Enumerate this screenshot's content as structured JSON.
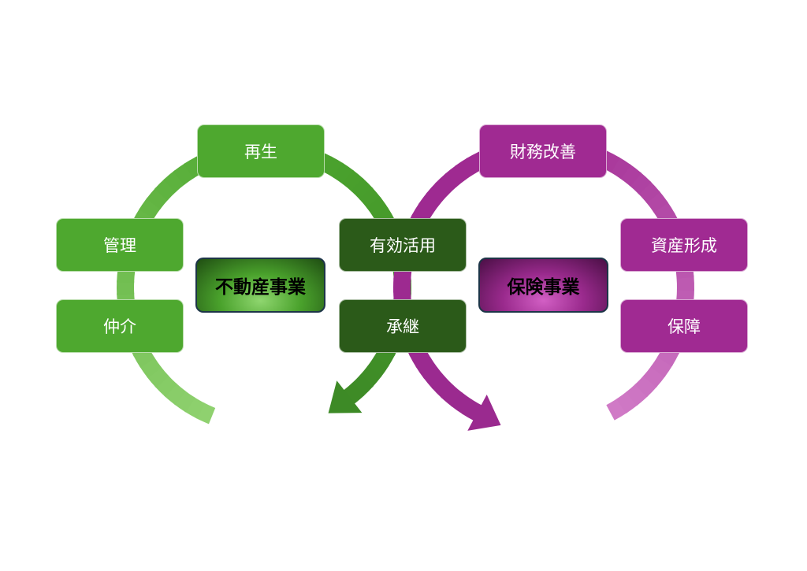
{
  "real_estate": {
    "title": "不動産事業",
    "items": [
      "再生",
      "管理",
      "仲介",
      "有効活用",
      "承継"
    ]
  },
  "insurance": {
    "title": "保険事業",
    "items": [
      "財務改善",
      "資産形成",
      "保障"
    ]
  },
  "colors": {
    "green": "#4ea82f",
    "green_dark": "#2b5a19",
    "green_light": "#8fd16f",
    "purple": "#a02a92",
    "purple_dark": "#7a1f6f",
    "purple_light": "#d07ac6"
  }
}
